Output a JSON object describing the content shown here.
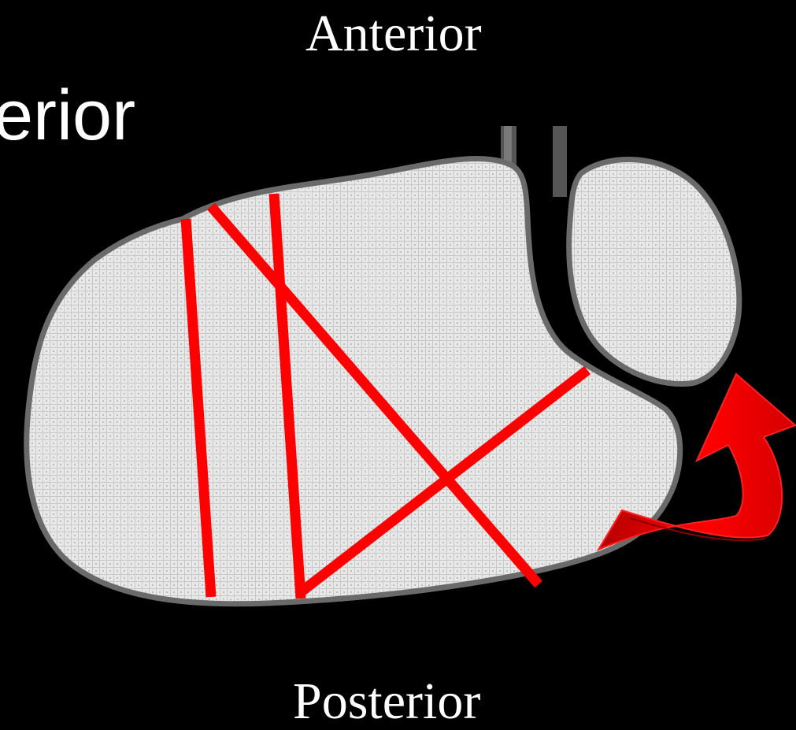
{
  "labels": {
    "top": "Anterior",
    "bottom": "Posterior",
    "partial_left": "erior"
  },
  "colors": {
    "background": "#000000",
    "bone_fill": "#e6e6e6",
    "bone_outline": "#6a6a6a",
    "cut_lines": "#ff0000",
    "arrow": "#e00000",
    "text": "#ffffff"
  },
  "icons": {
    "rotation_arrow": "curved-arrow-icon"
  }
}
